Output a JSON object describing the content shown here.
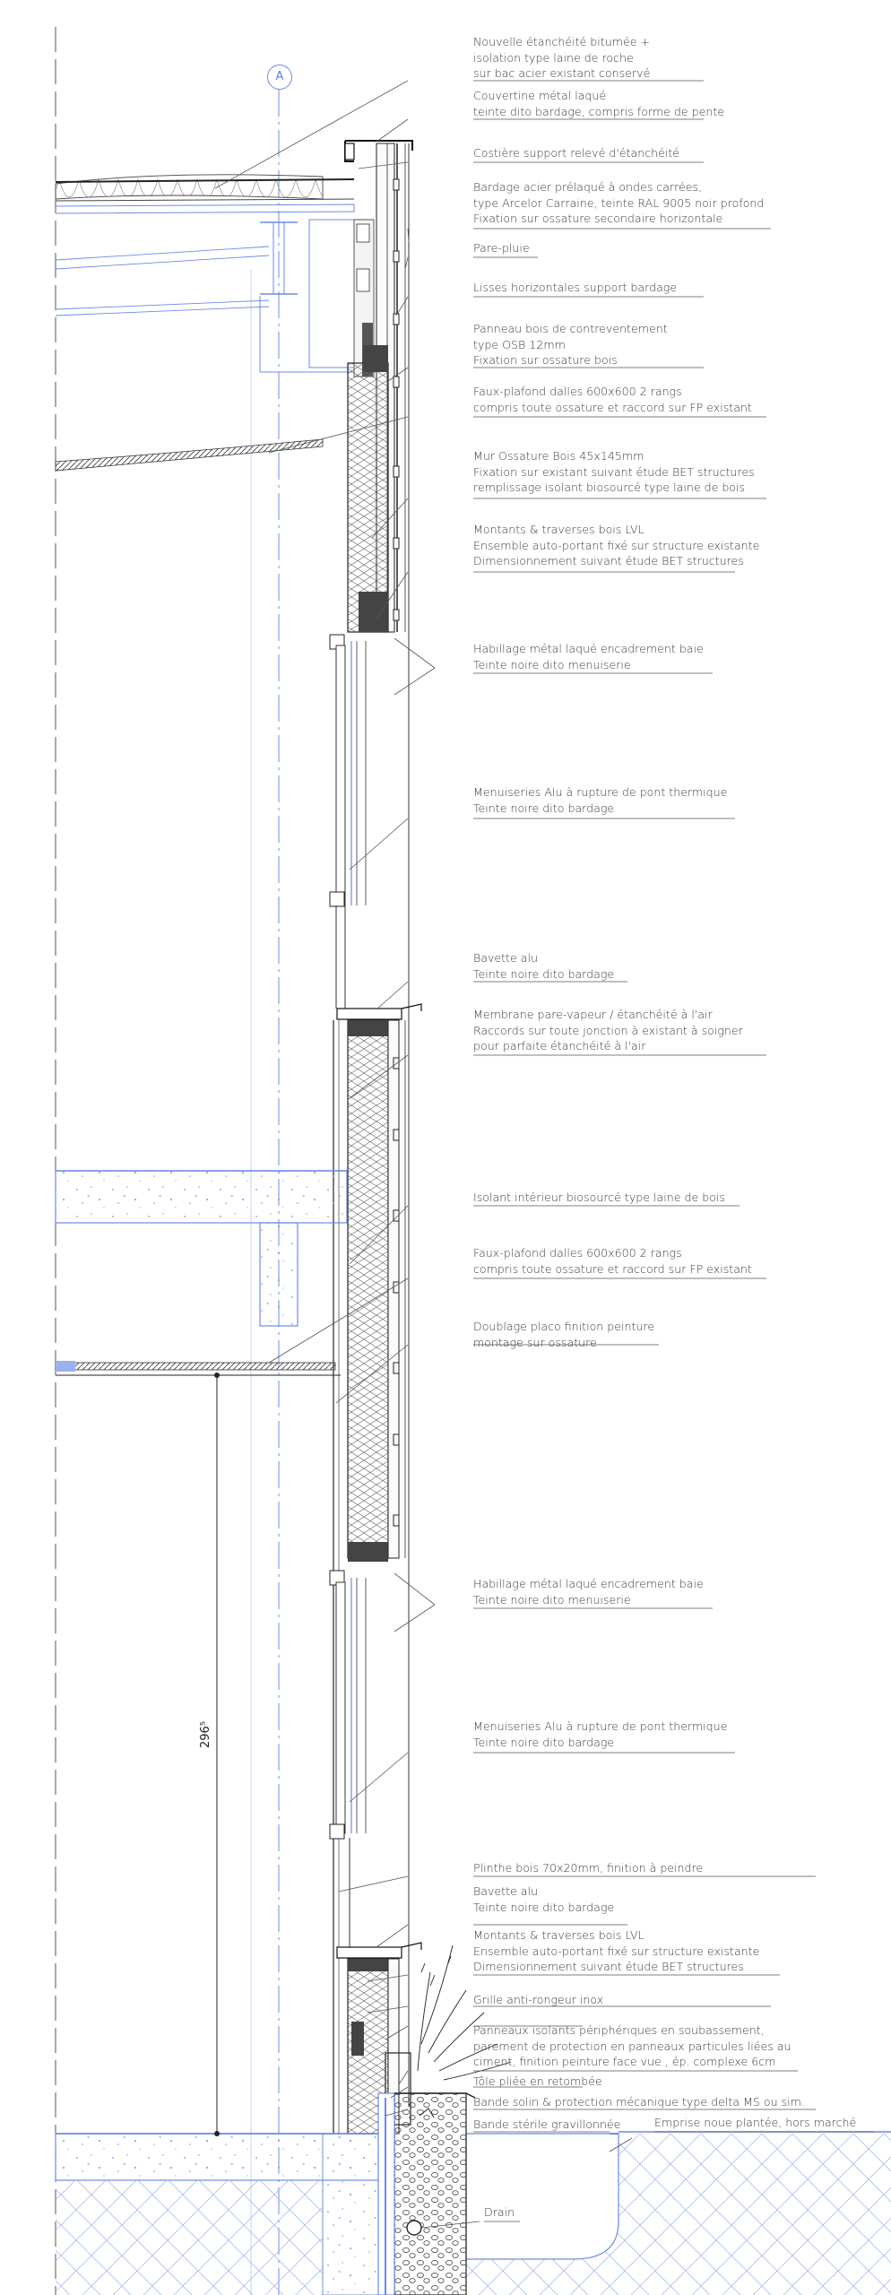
{
  "axis_label": "A",
  "dimension_label": "296⁵",
  "annotations": [
    {
      "lines": [
        "Nouvelle étanchéité bitumée +",
        "isolation type laine de roche",
        "sur bac acier existant conservé"
      ]
    },
    {
      "lines": [
        "Couvertine métal laqué",
        "teinte dito bardage, compris forme de pente"
      ]
    },
    {
      "lines": [
        "Costière support relevé d'étanchéité"
      ]
    },
    {
      "lines": [
        "Bardage acier prélaqué à ondes carrées,",
        "type Arcelor Carraine, teinte RAL 9005 noir profond",
        "Fixation sur ossature secondaire horizontale"
      ]
    },
    {
      "lines": [
        "Pare-pluie"
      ]
    },
    {
      "lines": [
        "Lisses horizontales support bardage"
      ]
    },
    {
      "lines": [
        "Panneau bois de contreventement",
        "type OSB 12mm",
        "Fixation sur ossature bois"
      ]
    },
    {
      "lines": [
        "Faux-plafond dalles 600x600 2 rangs",
        "compris toute ossature et raccord sur FP existant"
      ]
    },
    {
      "lines": [
        "Mur Ossature Bois 45x145mm",
        "Fixation sur existant suivant étude BET structures",
        "remplissage isolant biosourcé type laine de bois"
      ]
    },
    {
      "lines": [
        "Montants & traverses bois LVL",
        "Ensemble auto-portant fixé sur structure existante",
        "Dimensionnement suivant étude BET structures"
      ]
    },
    {
      "lines": [
        "Habillage métal laqué encadrement baie",
        "Teinte noire dito menuiserie"
      ]
    },
    {
      "lines": [
        "Menuiseries Alu à rupture de pont thermique",
        "Teinte noire dito bardage"
      ]
    },
    {
      "lines": [
        "Bavette alu",
        "Teinte noire dito bardage"
      ]
    },
    {
      "lines": [
        "Membrane pare-vapeur / étanchéité à l'air",
        "Raccords sur toute jonction à existant à soigner",
        "pour parfaite étanchéité à l'air"
      ]
    },
    {
      "lines": [
        "Isolant intérieur biosourcé type laine de bois"
      ]
    },
    {
      "lines": [
        "Faux-plafond dalles 600x600 2 rangs",
        "compris toute ossature et raccord sur FP existant"
      ]
    },
    {
      "lines": [
        "Doublage placo finition peinture",
        "montage sur ossature"
      ]
    },
    {
      "lines": [
        "Habillage métal laqué encadrement baie",
        "Teinte noire dito menuiserie"
      ]
    },
    {
      "lines": [
        "Menuiseries Alu à rupture de pont thermique",
        "Teinte noire dito bardage"
      ]
    },
    {
      "lines": [
        "Plinthe bois 70x20mm, finition à peindre"
      ]
    },
    {
      "lines": [
        "Bavette alu",
        "Teinte noire dito bardage"
      ]
    },
    {
      "lines": [
        "Montants & traverses bois LVL",
        "Ensemble auto-portant fixé sur structure existante",
        "Dimensionnement suivant étude BET structures"
      ]
    },
    {
      "lines": [
        "Grille anti-rongeur inox"
      ]
    },
    {
      "lines": [
        "Panneaux isolants périphériques en soubassement,",
        "parement de protection en panneaux particules liées au",
        "ciment, finition peinture face vue , ép. complexe 6cm"
      ]
    },
    {
      "lines": [
        "Tôle pliée en retombée"
      ]
    },
    {
      "lines": [
        "Bande solin & protection mécanique type delta MS ou sim."
      ]
    },
    {
      "lines": [
        "Bande stérile gravillonnée"
      ]
    }
  ],
  "extra_labels": {
    "emprise": "Emprise noue plantée, hors marché",
    "drain": "Drain"
  }
}
